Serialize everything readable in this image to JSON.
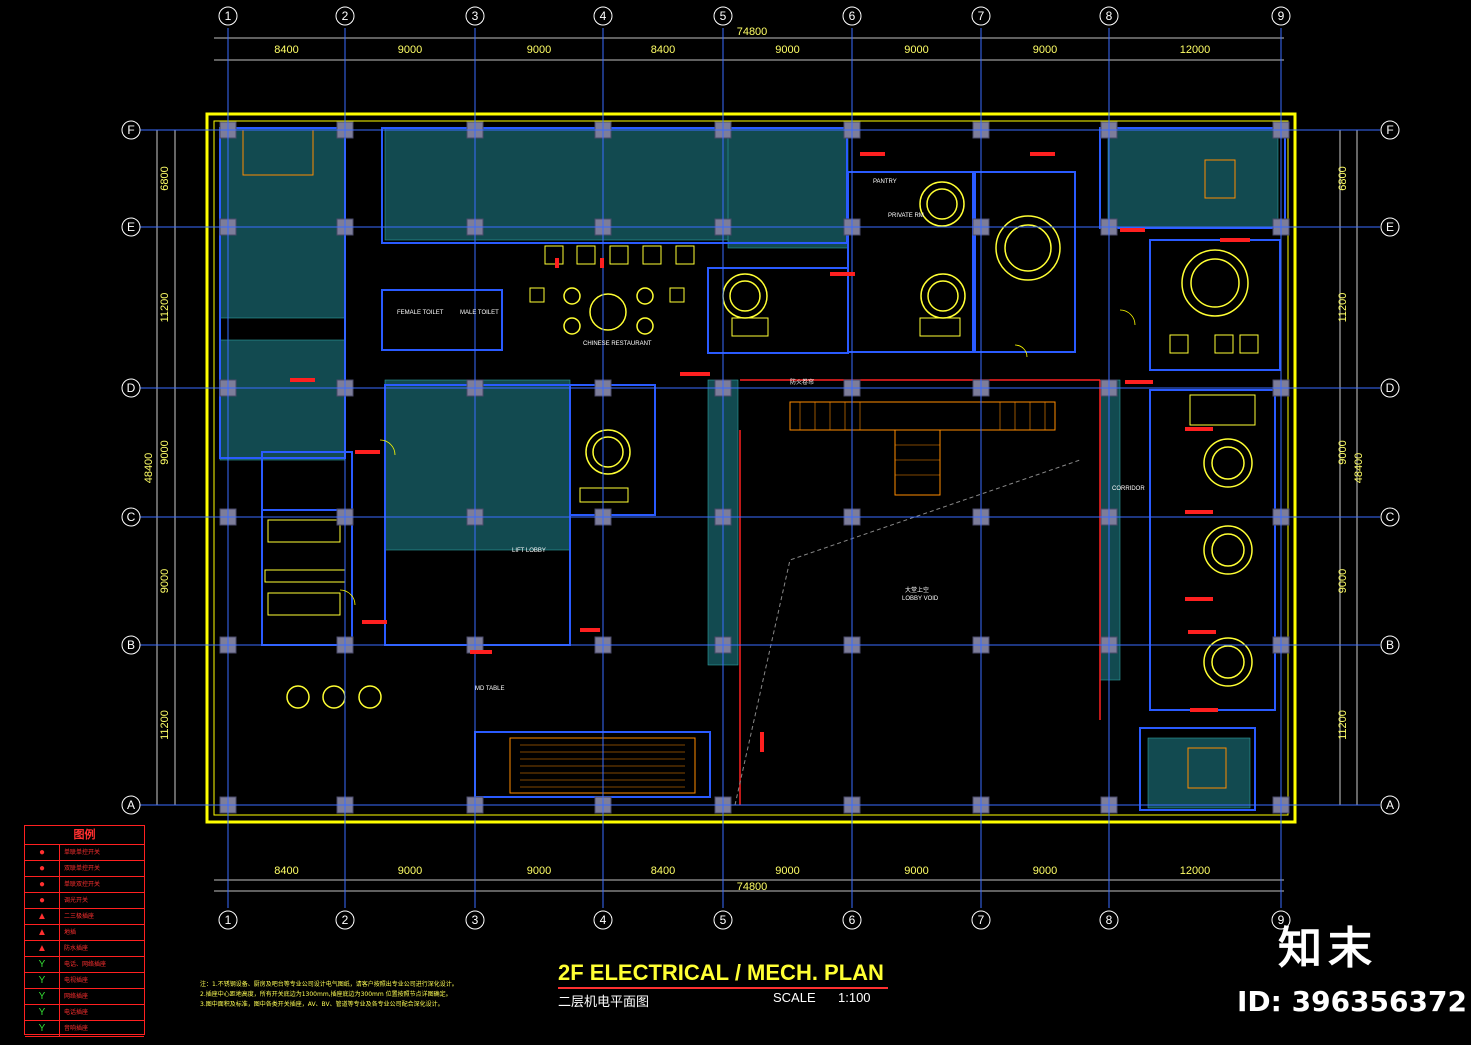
{
  "title_en": "2F ELECTRICAL / MECH. PLAN",
  "title_cn": "二层机电平面图",
  "scale_label": "SCALE",
  "scale_value": "1:100",
  "grid_columns": [
    "1",
    "2",
    "3",
    "4",
    "5",
    "6",
    "7",
    "8",
    "9"
  ],
  "grid_rows": [
    "F",
    "E",
    "D",
    "C",
    "B",
    "A"
  ],
  "top_dims": [
    "8400",
    "9000",
    "9000",
    "8400",
    "9000",
    "9000",
    "9000",
    "12000"
  ],
  "bottom_dims": [
    "8400",
    "9000",
    "9000",
    "8400",
    "9000",
    "9000",
    "9000",
    "12000"
  ],
  "total_width": "74800",
  "left_dims": [
    "6800",
    "11200",
    "9000",
    "9000",
    "11200"
  ],
  "right_dims": [
    "6800",
    "11200",
    "9000",
    "9000",
    "11200"
  ],
  "total_height": "48400",
  "room_labels": {
    "chinese_restaurant": "CHINESE RESTAURANT",
    "female_toilet": "FEMALE TOILET",
    "male_toilet": "MALE TOILET",
    "lift_lobby": "LIFT LOBBY",
    "lobby_void_cn": "大堂上空",
    "lobby_void": "LOBBY VOID",
    "pantry": "PANTRY",
    "private_rm": "PRIVATE RM",
    "md_table": "MD TABLE",
    "corridor": "CORRIDOR",
    "fire_shutter": "防火卷帘"
  },
  "legend": {
    "title": "图例",
    "items": [
      {
        "symbol": "●",
        "text": "单联单控开关"
      },
      {
        "symbol": "●",
        "text": "双联单控开关"
      },
      {
        "symbol": "●",
        "text": "单联双控开关"
      },
      {
        "symbol": "●",
        "text": "调光开关"
      },
      {
        "symbol": "▲",
        "text": "二三极插座"
      },
      {
        "symbol": "▲",
        "text": "地插"
      },
      {
        "symbol": "▲",
        "text": "防水插座"
      },
      {
        "symbol": "Y",
        "text": "电话、网络插座"
      },
      {
        "symbol": "Y",
        "text": "电视插座"
      },
      {
        "symbol": "Y",
        "text": "网络插座"
      },
      {
        "symbol": "Y",
        "text": "电话插座"
      },
      {
        "symbol": "Y",
        "text": "音响插座"
      }
    ]
  },
  "notes": [
    "注：1.不锈钢设备、厨房及吧台等专业公司设计电气图纸，请客户按照出专业公司进行深化设计。",
    "2.插座中心距地高度，所有开关底边为1300mm,插座底边为300mm 位置按照节点详图确定。",
    "3.图中面积及标准，图中各类开关插座，AV、BV、管道等专业及各专业公司配合深化设计。"
  ],
  "watermark_logo": "知末",
  "watermark_id": "ID: 396356372",
  "colors": {
    "grid": "#3a6cff",
    "wall": "#ffff00",
    "fill": "#1a6b6b",
    "red": "#ff2020",
    "stair": "#ff8c00"
  }
}
